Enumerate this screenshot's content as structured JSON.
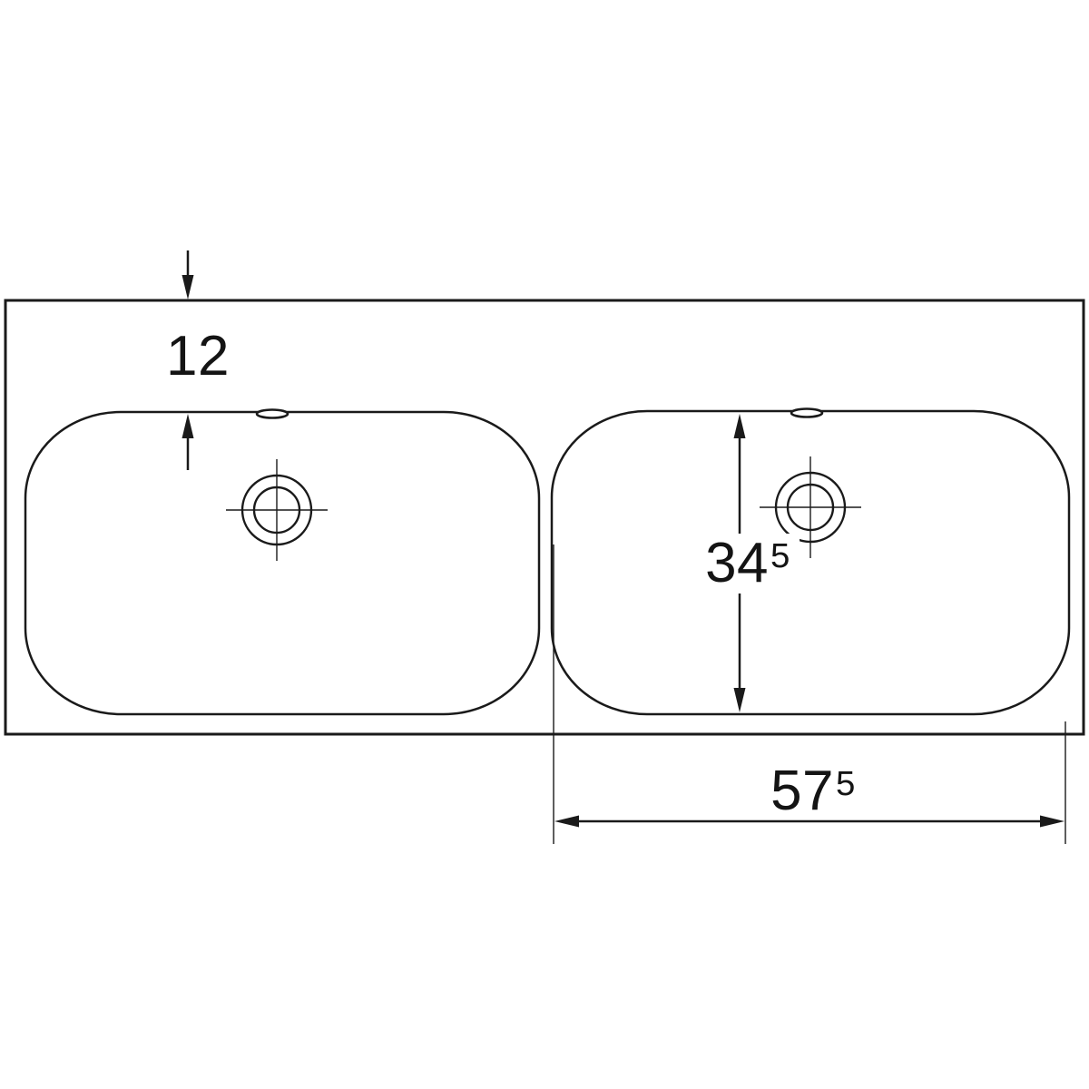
{
  "drawing": {
    "kind": "washbasin technical drawing, top view, double basin",
    "background": "#ffffff",
    "line_color": "#1a1a1a",
    "labels": {
      "top_offset": {
        "value": "12"
      },
      "basin_depth": {
        "value": "34",
        "sup": "5"
      },
      "basin_width": {
        "value": "57",
        "sup": "5"
      }
    }
  }
}
